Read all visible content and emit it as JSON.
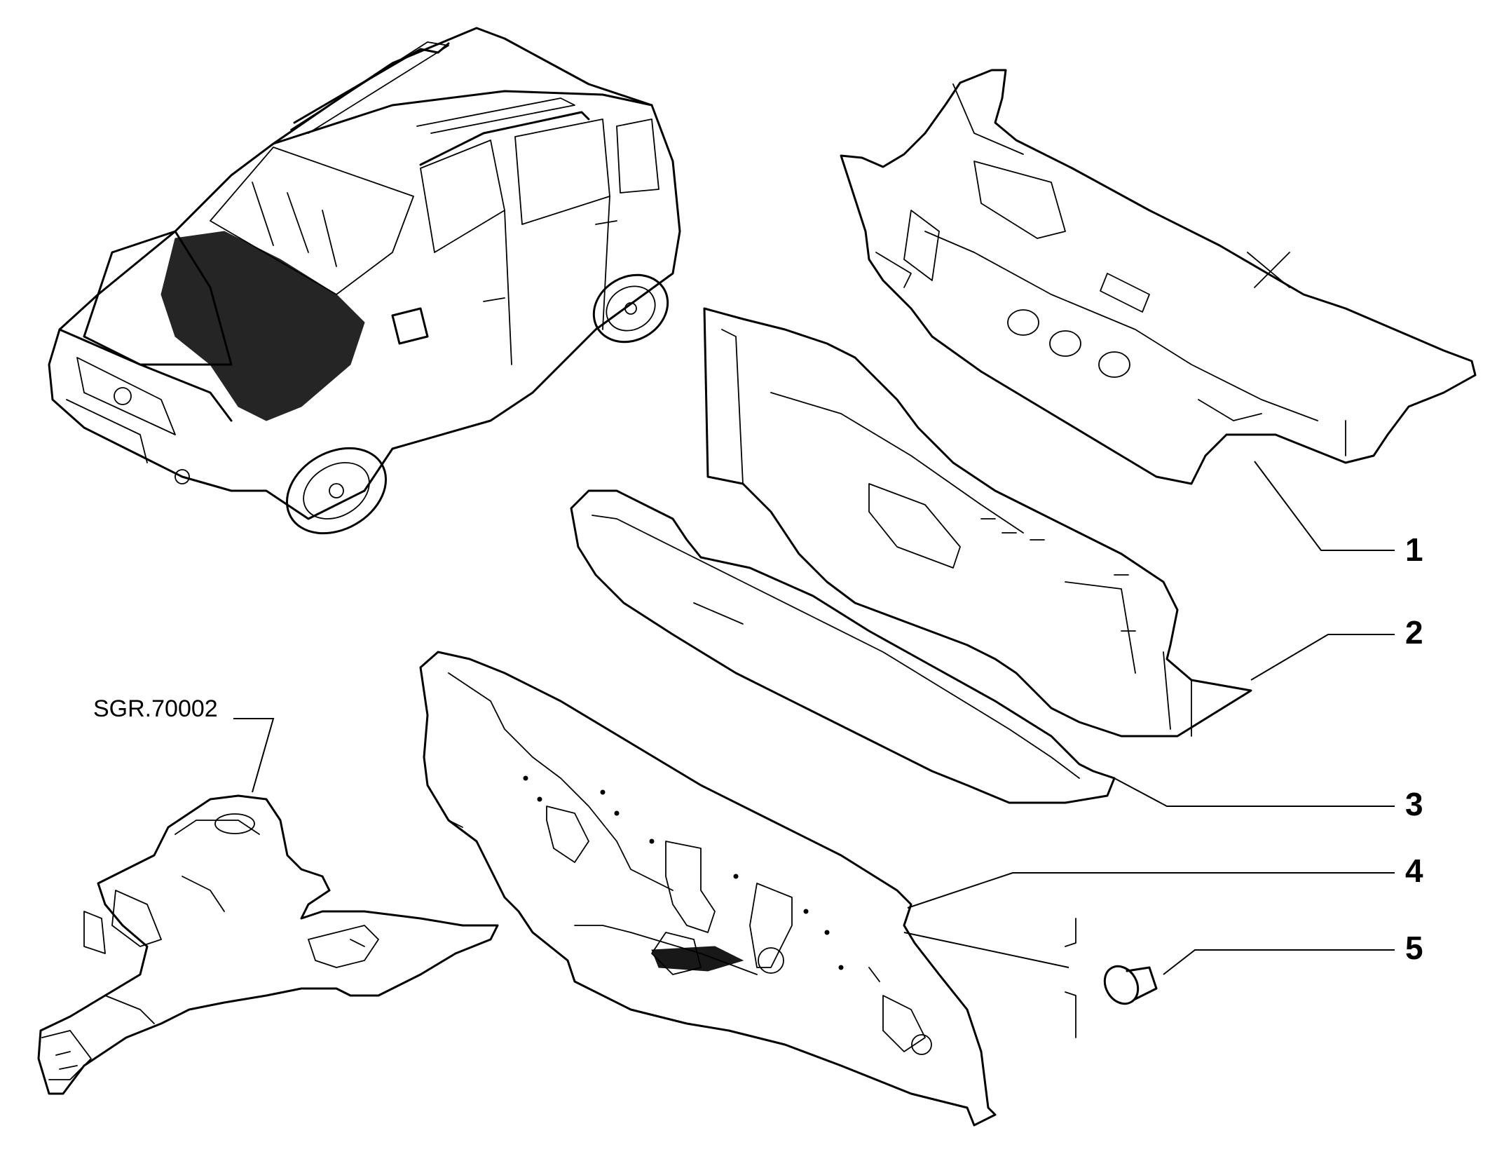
{
  "diagram": {
    "reference_label": "SGR.70002",
    "callouts": [
      {
        "id": "1",
        "label": "1"
      },
      {
        "id": "2",
        "label": "2"
      },
      {
        "id": "3",
        "label": "3"
      },
      {
        "id": "4",
        "label": "4"
      },
      {
        "id": "5",
        "label": "5"
      }
    ]
  }
}
